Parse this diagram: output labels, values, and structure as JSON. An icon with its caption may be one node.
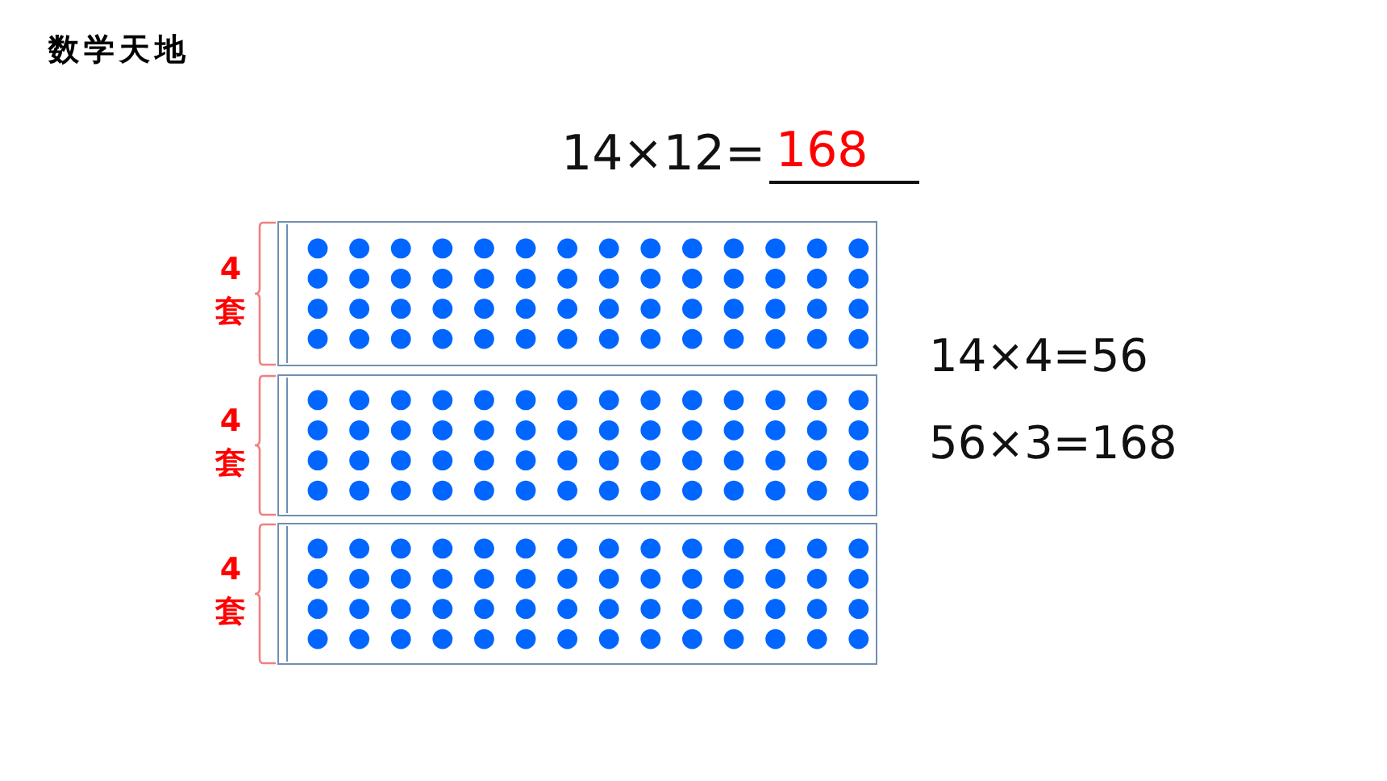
{
  "diagram": {
    "title": "数学天地",
    "nodes": [
      {
        "text": [],
        "shape": "box",
        "beside": [
          "4套"
        ]
      },
      {
        "text": [],
        "shape": "box",
        "beside": [
          "4套"
        ]
      },
      {
        "text": [],
        "shape": "box",
        "beside": [
          "4套"
        ]
      }
    ],
    "edges": [],
    "labels": [
      "14×12=",
      "168",
      "14×4=56",
      "56×3=168"
    ]
  }
}
